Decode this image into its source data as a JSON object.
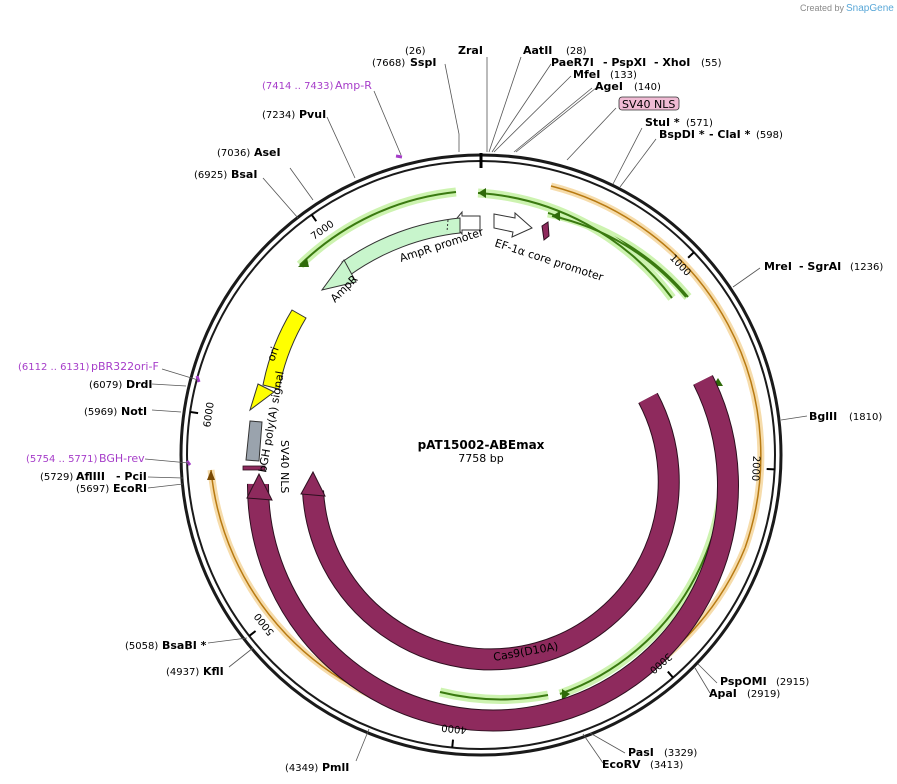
{
  "app": {
    "created_by": "Created by",
    "brand": "SnapGene"
  },
  "map": {
    "name": "pAT15002-ABEmax",
    "length": "7758 bp",
    "ticks": [
      "1000",
      "2000",
      "3000",
      "4000",
      "5000",
      "6000",
      "7000"
    ]
  },
  "sites": [
    {
      "pos": "(26)",
      "name": "ZraI"
    },
    {
      "pos": "(28)",
      "name": "AatII"
    },
    {
      "pos": "(55)",
      "name": "PaeR7I",
      "extra": [
        "- PspXI",
        "- XhoI"
      ]
    },
    {
      "pos": "(133)",
      "name": "MfeI"
    },
    {
      "pos": "(140)",
      "name": "AgeI"
    },
    {
      "pos": "(571)",
      "name": "StuI *"
    },
    {
      "pos": "(598)",
      "name": "BspDI *",
      "extra": [
        "- ClaI *"
      ]
    },
    {
      "pos": "(1236)",
      "name": "MreI",
      "extra": [
        "- SgrAI"
      ]
    },
    {
      "pos": "(1810)",
      "name": "BglII"
    },
    {
      "pos": "(2915)",
      "name": "PspOMI"
    },
    {
      "pos": "(2919)",
      "name": "ApaI"
    },
    {
      "pos": "(3329)",
      "name": "PasI"
    },
    {
      "pos": "(3413)",
      "name": "EcoRV"
    },
    {
      "pos": "(4349)",
      "name": "PmlI"
    },
    {
      "pos": "(4937)",
      "name": "KflI"
    },
    {
      "pos": "(5058)",
      "name": "BsaBI *"
    },
    {
      "pos": "(5697)",
      "name": "EcoRI"
    },
    {
      "pos": "(5729)",
      "name": "AflIII",
      "extra": [
        "- PciI"
      ]
    },
    {
      "pos": "(5969)",
      "name": "NotI"
    },
    {
      "pos": "(6079)",
      "name": "DrdI"
    },
    {
      "pos": "(6925)",
      "name": "BsaI"
    },
    {
      "pos": "(7036)",
      "name": "AseI"
    },
    {
      "pos": "(7234)",
      "name": "PvuI"
    },
    {
      "pos": "(7668)",
      "name": "SspI"
    }
  ],
  "primers": [
    {
      "range": "(7414 .. 7433)",
      "name": "Amp-R"
    },
    {
      "range": "(6112 .. 6131)",
      "name": "pBR322ori-F"
    },
    {
      "range": "(5754 .. 5771)",
      "name": "BGH-rev"
    }
  ],
  "features": {
    "sv40_nls_top": "SV40 NLS",
    "ef1a": "EF-1α core promoter",
    "ampr_promoter": "AmpR promoter",
    "ampr": "AmpR",
    "ori": "ori",
    "bgh": "bGH poly(A) signal",
    "sv40_nls_left": "SV40 NLS",
    "cas9": "Cas9",
    "cas9_d10a": "Cas9(D10A)"
  },
  "colors": {
    "backbone": "#1a1a1a",
    "cas9": "#8e2a5d",
    "ampr": "#c8f5cc",
    "ori": "#ffff00",
    "bgh": "#9aa3ad",
    "orf_green": "#3a7a10",
    "orf_glow": "#b5ec8e",
    "orange": "#e8a237",
    "primer": "#a63dc9",
    "nls_box": "#f0bbd4"
  }
}
